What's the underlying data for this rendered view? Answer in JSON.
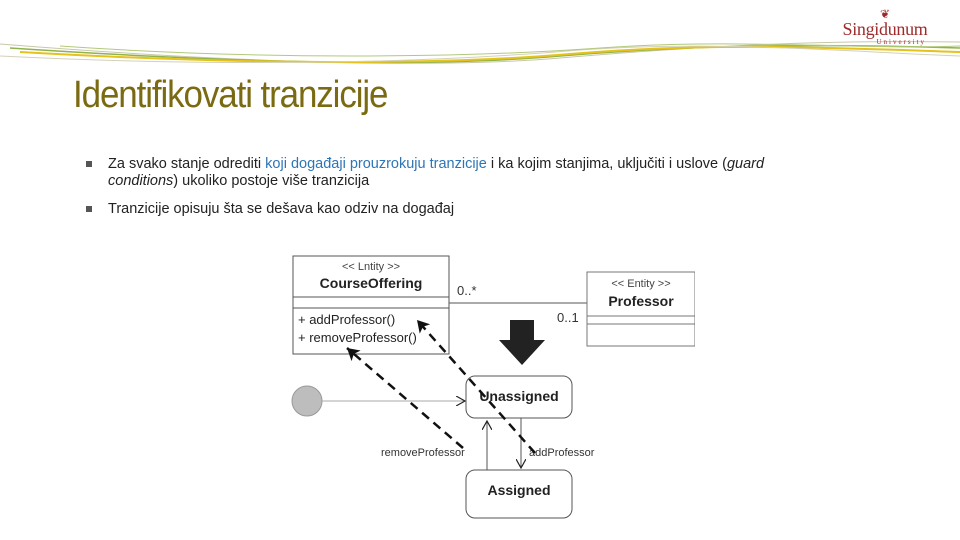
{
  "logo": {
    "name": "Singidunum",
    "sub": "University"
  },
  "title": "Identifikovati tranzicije",
  "bullets": {
    "b1": {
      "p1": "Za svako stanje odrediti ",
      "p2": "koji događaji prouzrokuju tranzicije",
      "p3": " i ka kojim stanjima, uključiti i uslove (",
      "p4": "guard",
      "p5": "conditions",
      "p6": ") ukoliko postoje više tranzicija"
    },
    "b2": "Tranzicije opisuju šta se dešava kao odziv na događaj"
  },
  "diagram": {
    "course_offering": {
      "stereotype": "<< Lntity >>",
      "name": "CourseOffering",
      "ops": [
        "+ addProfessor()",
        "+ removeProfessor()"
      ]
    },
    "professor": {
      "stereotype": "<< Entity >>",
      "name": "Professor"
    },
    "mult_left": "0..*",
    "mult_right": "0..1",
    "state_unassigned": "Unassigned",
    "state_assigned": "Assigned",
    "label_remove": "removeProfessor",
    "label_add": "addProfessor"
  },
  "colors": {
    "title": "#7a6a11",
    "highlight": "#2e75b6",
    "logo": "#9e2a2b"
  }
}
